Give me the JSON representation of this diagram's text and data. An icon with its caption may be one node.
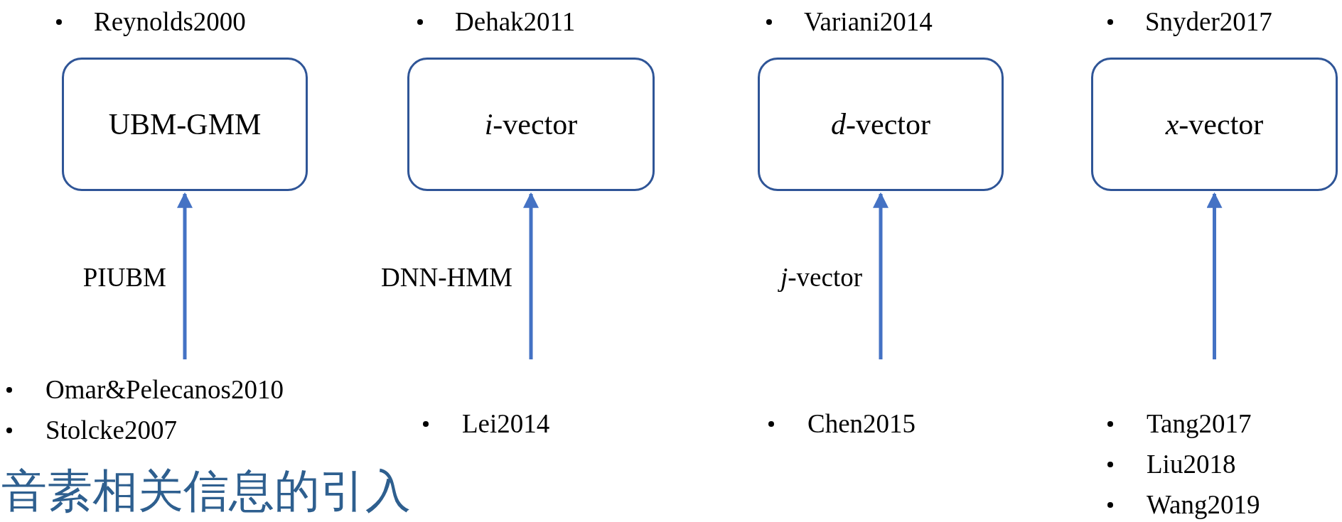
{
  "diagram": {
    "title": "音素相关信息的引入",
    "nodes": [
      {
        "text": [
          "UBM-GMM"
        ],
        "beside": [
          "Reynolds2000"
        ]
      },
      {
        "text": [
          "*i*-vector"
        ],
        "beside": [
          "Dehak2011"
        ]
      },
      {
        "text": [
          "*d*-vector"
        ],
        "beside": [
          "Variani2014"
        ]
      },
      {
        "text": [
          "*x*-vector"
        ],
        "beside": [
          "Snyder2017"
        ]
      },
      {
        "text": [
          "Omar&Pelecanos2010",
          "Stolcke2007"
        ]
      },
      {
        "text": [
          "Lei2014"
        ]
      },
      {
        "text": [
          "Chen2015"
        ]
      },
      {
        "text": [
          "Tang2017",
          "Liu2018",
          "Wang2019"
        ]
      }
    ],
    "edges": [
      {
        "from": 4,
        "to": 0,
        "arrow": "to",
        "label": "PIUBM"
      },
      {
        "from": 5,
        "to": 1,
        "arrow": "to",
        "label": "DNN-HMM"
      },
      {
        "from": 6,
        "to": 2,
        "arrow": "to",
        "label": "*j*-vector"
      },
      {
        "from": 7,
        "to": 3,
        "arrow": "to"
      }
    ]
  }
}
